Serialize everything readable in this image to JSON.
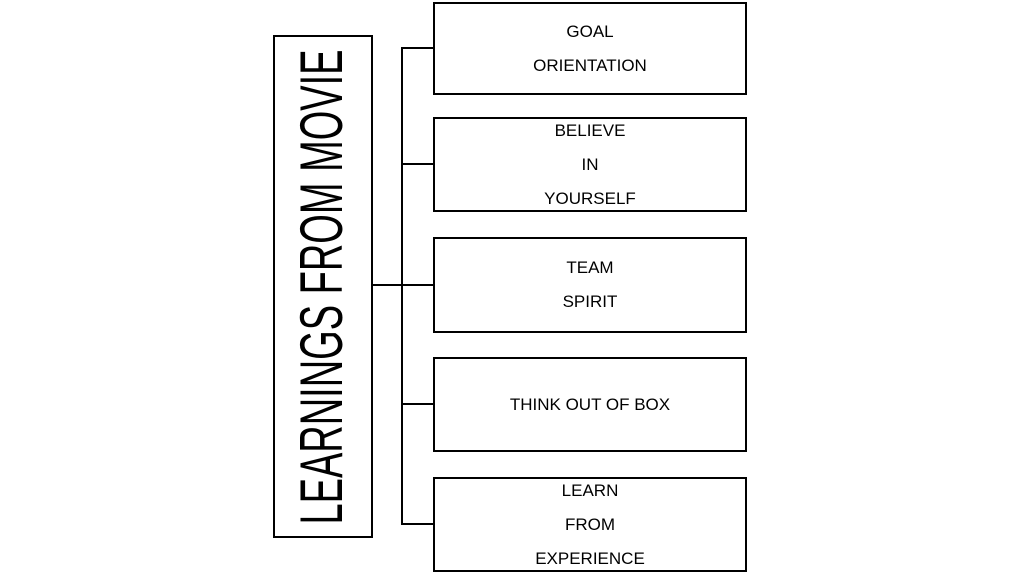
{
  "diagram": {
    "title": "LEARNINGS FROM MOVIE",
    "nodes": [
      {
        "id": "goal-orientation",
        "lines": [
          "GOAL",
          "ORIENTATION"
        ]
      },
      {
        "id": "believe-in-yourself",
        "lines": [
          "BELIEVE",
          "IN",
          "YOURSELF"
        ]
      },
      {
        "id": "team-spirit",
        "lines": [
          "TEAM",
          "SPIRIT"
        ]
      },
      {
        "id": "think-out-of-box",
        "lines": [
          "THINK OUT OF BOX"
        ]
      },
      {
        "id": "learn-from-experience",
        "lines": [
          "LEARN",
          "FROM",
          "EXPERIENCE"
        ]
      }
    ],
    "colors": {
      "border": "#000000",
      "background": "#ffffff",
      "text": "#000000"
    }
  }
}
